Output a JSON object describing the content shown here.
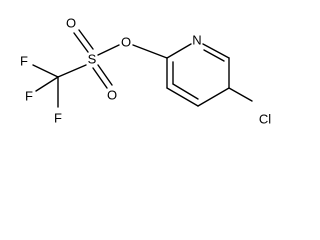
{
  "molecule": {
    "atoms": {
      "nitrogen": "N",
      "oxygen_ester": "O",
      "sulfur": "S",
      "oxygen_sulfonyl_top": "O",
      "oxygen_sulfonyl_bottom": "O",
      "fluorine_left": "F",
      "fluorine_top": "F",
      "fluorine_bottom": "F",
      "chlorine": "Cl"
    }
  }
}
